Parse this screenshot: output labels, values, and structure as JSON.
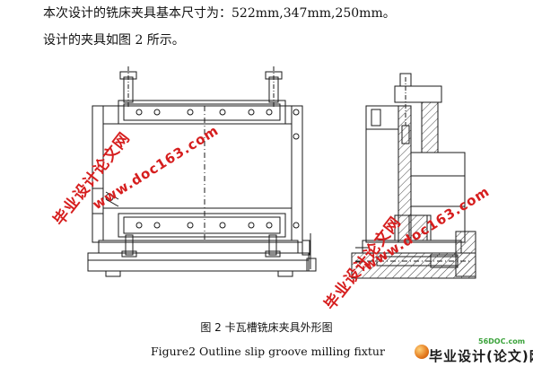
{
  "text": {
    "line1": "本次设计的铣床夹具基本尺寸为：522mm,347mm,250mm。",
    "line2": "设计的夹具如图 2 所示。",
    "caption_cn": "图 2  卡瓦槽铣床夹具外形图",
    "caption_en": "Figure2 Outline slip groove milling fixtur"
  },
  "watermarks": {
    "cn": "毕业设计论文网",
    "url": "www.doc163.com"
  },
  "logo": {
    "small": "56DOC.com",
    "text": "毕业设计(论文)网"
  },
  "colors": {
    "watermark": "#d61e1e",
    "drawing_line": "#1a1a1a",
    "hatch": "#444444"
  }
}
